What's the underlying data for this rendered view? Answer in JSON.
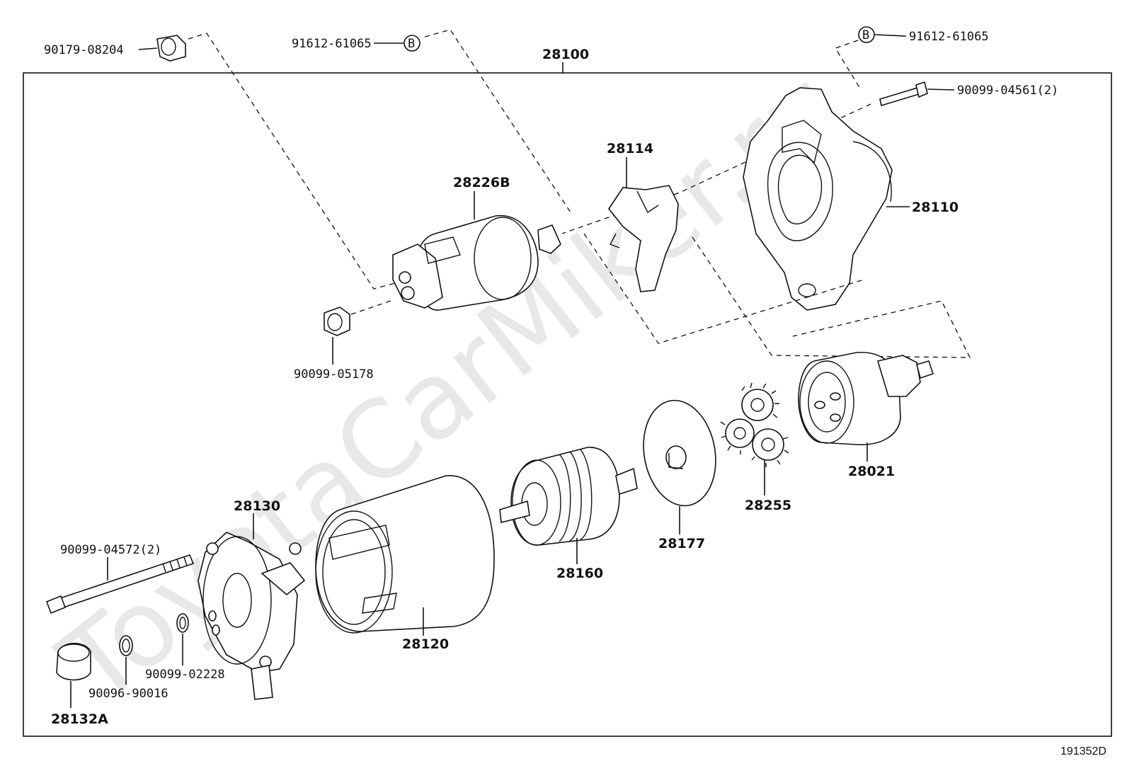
{
  "watermark": "ToyotaCarMiker.ru",
  "diagram_code": "191352D",
  "marker_symbol": "B",
  "labels": {
    "assembly": "28100",
    "p_90179_08204": "90179-08204",
    "p_91612_61065_a": "91612-61065",
    "p_91612_61065_b": "91612-61065",
    "p_90099_04561": "90099-04561(2)",
    "p_28114": "28114",
    "p_28226B": "28226B",
    "p_28110": "28110",
    "p_90099_05178": "90099-05178",
    "p_28021": "28021",
    "p_28255": "28255",
    "p_28177": "28177",
    "p_28160": "28160",
    "p_28130": "28130",
    "p_90099_04572": "90099-04572(2)",
    "p_28120": "28120",
    "p_90099_02228": "90099-02228",
    "p_90096_90016": "90096-90016",
    "p_28132A": "28132A"
  }
}
